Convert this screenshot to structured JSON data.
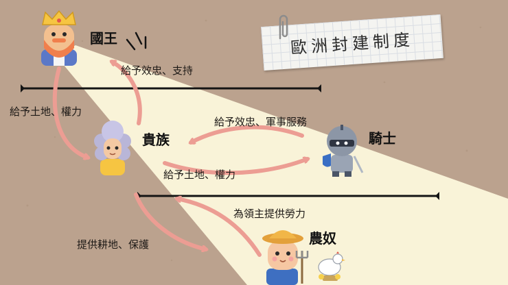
{
  "title": "歐洲封建制度",
  "roles": {
    "king": "國王",
    "noble": "貴族",
    "knight": "騎士",
    "serf": "農奴"
  },
  "relations": {
    "noble_to_king": "給予效忠、支持",
    "king_to_noble": "給予土地、權力",
    "knight_to_noble": "給予效忠、軍事服務",
    "noble_to_knight": "給予土地、權力",
    "serf_to_noble": "為領主提供勞力",
    "noble_to_serf": "提供耕地、保護"
  },
  "colors": {
    "background": "#bba28e",
    "light_beam": "#fcf8dc",
    "arrow": "#ec9d93",
    "line": "#141414"
  },
  "icons": [
    "crown-king-icon",
    "noble-wig-icon",
    "knight-helmet-icon",
    "farmer-icon",
    "chicken-icon",
    "paperclip-icon"
  ]
}
